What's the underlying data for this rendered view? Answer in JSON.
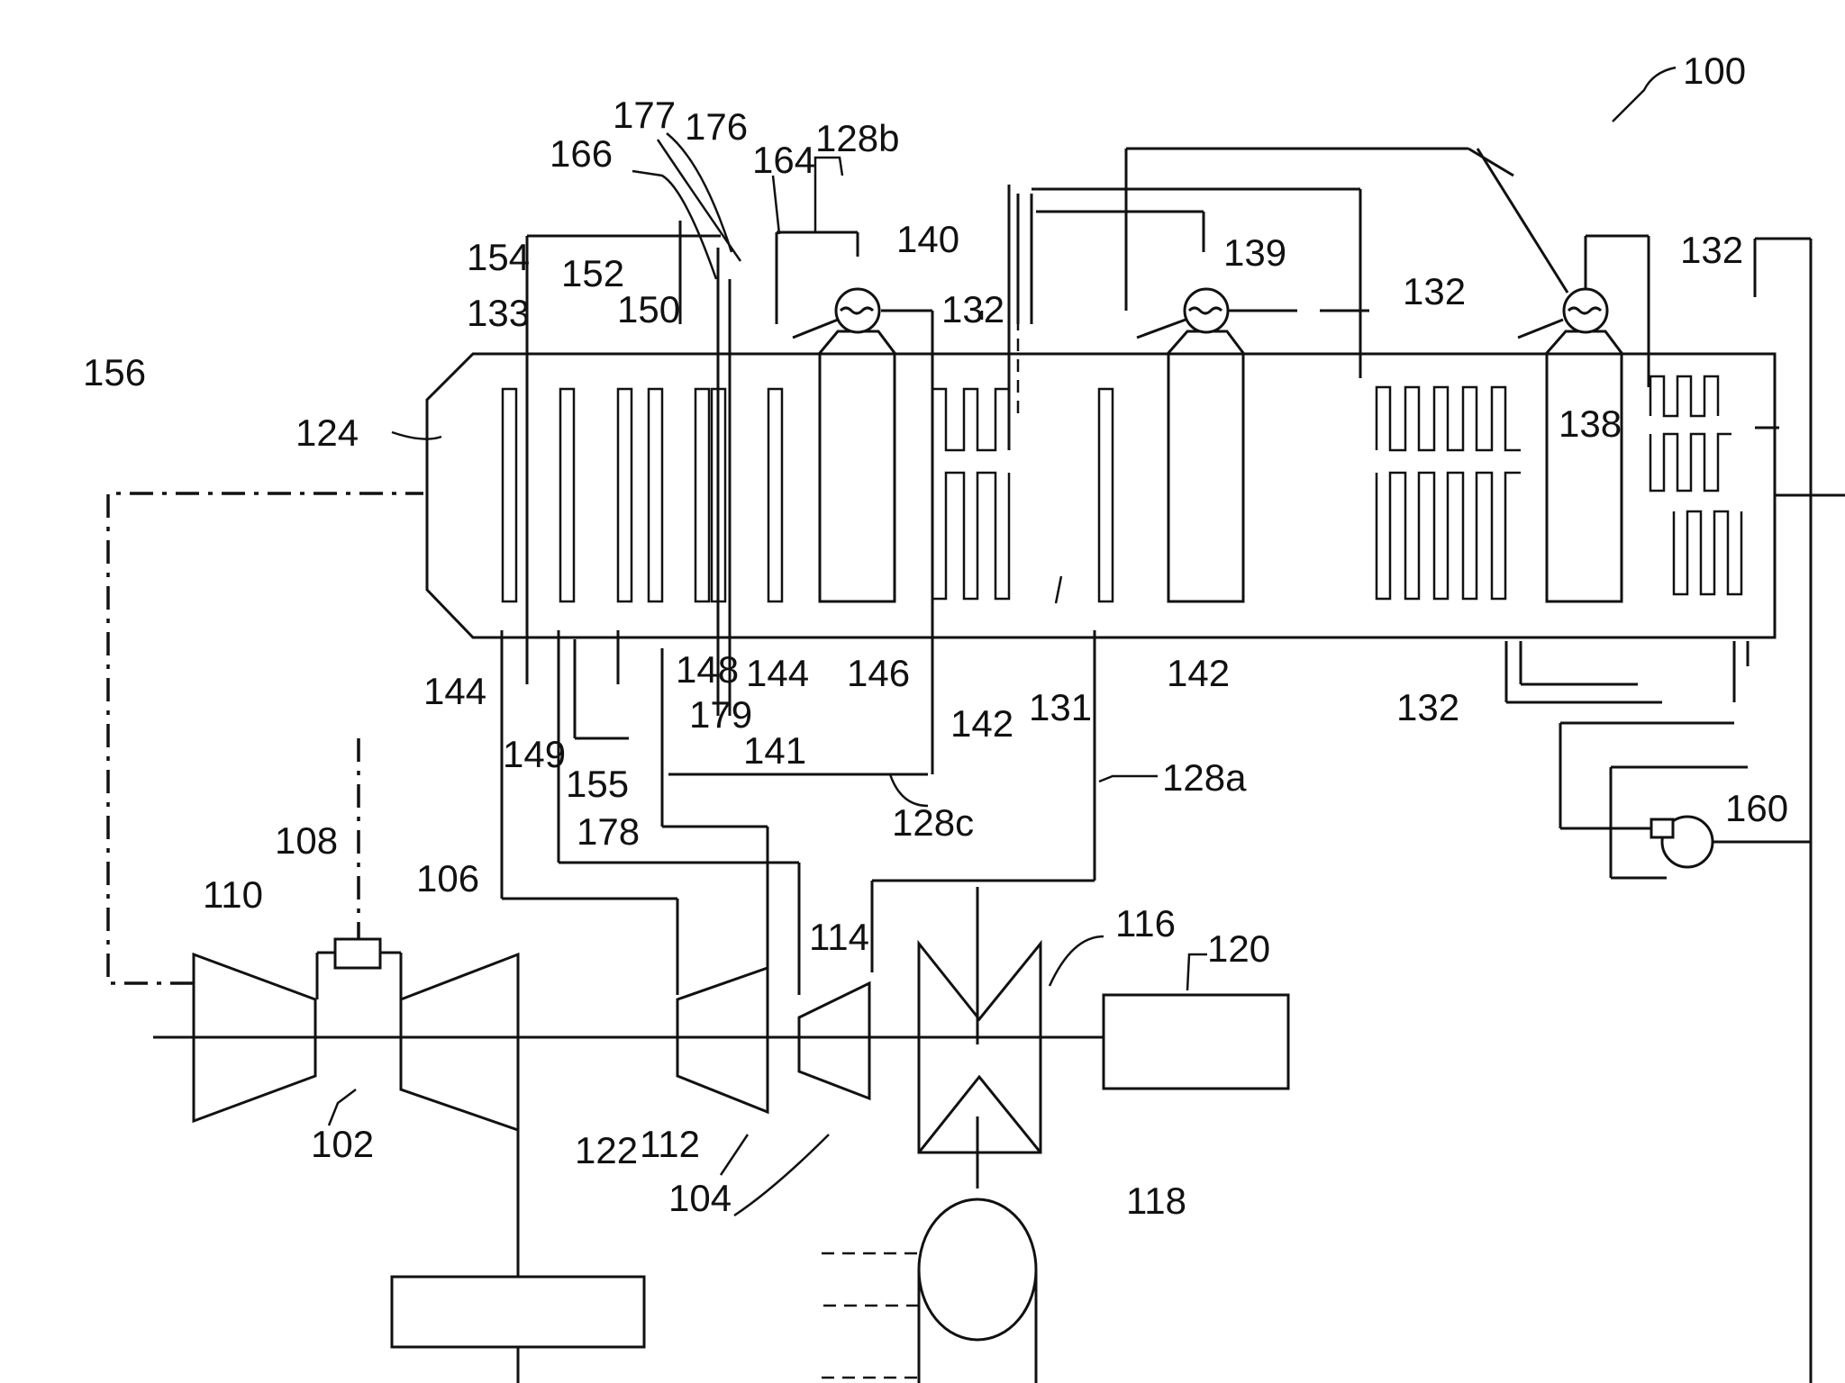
{
  "figure": {
    "labels": [
      {
        "id": "100",
        "text": "100"
      },
      {
        "id": "102",
        "text": "102"
      },
      {
        "id": "104",
        "text": "104"
      },
      {
        "id": "106",
        "text": "106"
      },
      {
        "id": "108",
        "text": "108"
      },
      {
        "id": "110",
        "text": "110"
      },
      {
        "id": "112",
        "text": "112"
      },
      {
        "id": "114",
        "text": "114"
      },
      {
        "id": "116",
        "text": "116"
      },
      {
        "id": "118",
        "text": "118"
      },
      {
        "id": "120",
        "text": "120"
      },
      {
        "id": "122",
        "text": "122"
      },
      {
        "id": "124",
        "text": "124"
      },
      {
        "id": "128a",
        "text": "128a"
      },
      {
        "id": "128b",
        "text": "128b"
      },
      {
        "id": "128c",
        "text": "128c"
      },
      {
        "id": "131",
        "text": "131"
      },
      {
        "id": "132a",
        "text": "132"
      },
      {
        "id": "132b",
        "text": "132"
      },
      {
        "id": "132c",
        "text": "132"
      },
      {
        "id": "132d",
        "text": "132"
      },
      {
        "id": "133",
        "text": "133"
      },
      {
        "id": "138",
        "text": "138"
      },
      {
        "id": "139",
        "text": "139"
      },
      {
        "id": "140",
        "text": "140"
      },
      {
        "id": "141",
        "text": "141"
      },
      {
        "id": "142a",
        "text": "142"
      },
      {
        "id": "142b",
        "text": "142"
      },
      {
        "id": "144a",
        "text": "144"
      },
      {
        "id": "144b",
        "text": "144"
      },
      {
        "id": "146",
        "text": "146"
      },
      {
        "id": "148",
        "text": "148"
      },
      {
        "id": "149",
        "text": "149"
      },
      {
        "id": "150",
        "text": "150"
      },
      {
        "id": "152",
        "text": "152"
      },
      {
        "id": "154",
        "text": "154"
      },
      {
        "id": "155",
        "text": "155"
      },
      {
        "id": "156",
        "text": "156"
      },
      {
        "id": "160",
        "text": "160"
      },
      {
        "id": "164",
        "text": "164"
      },
      {
        "id": "166",
        "text": "166"
      },
      {
        "id": "176",
        "text": "176"
      },
      {
        "id": "177",
        "text": "177"
      },
      {
        "id": "178",
        "text": "178"
      },
      {
        "id": "179",
        "text": "179"
      }
    ]
  }
}
